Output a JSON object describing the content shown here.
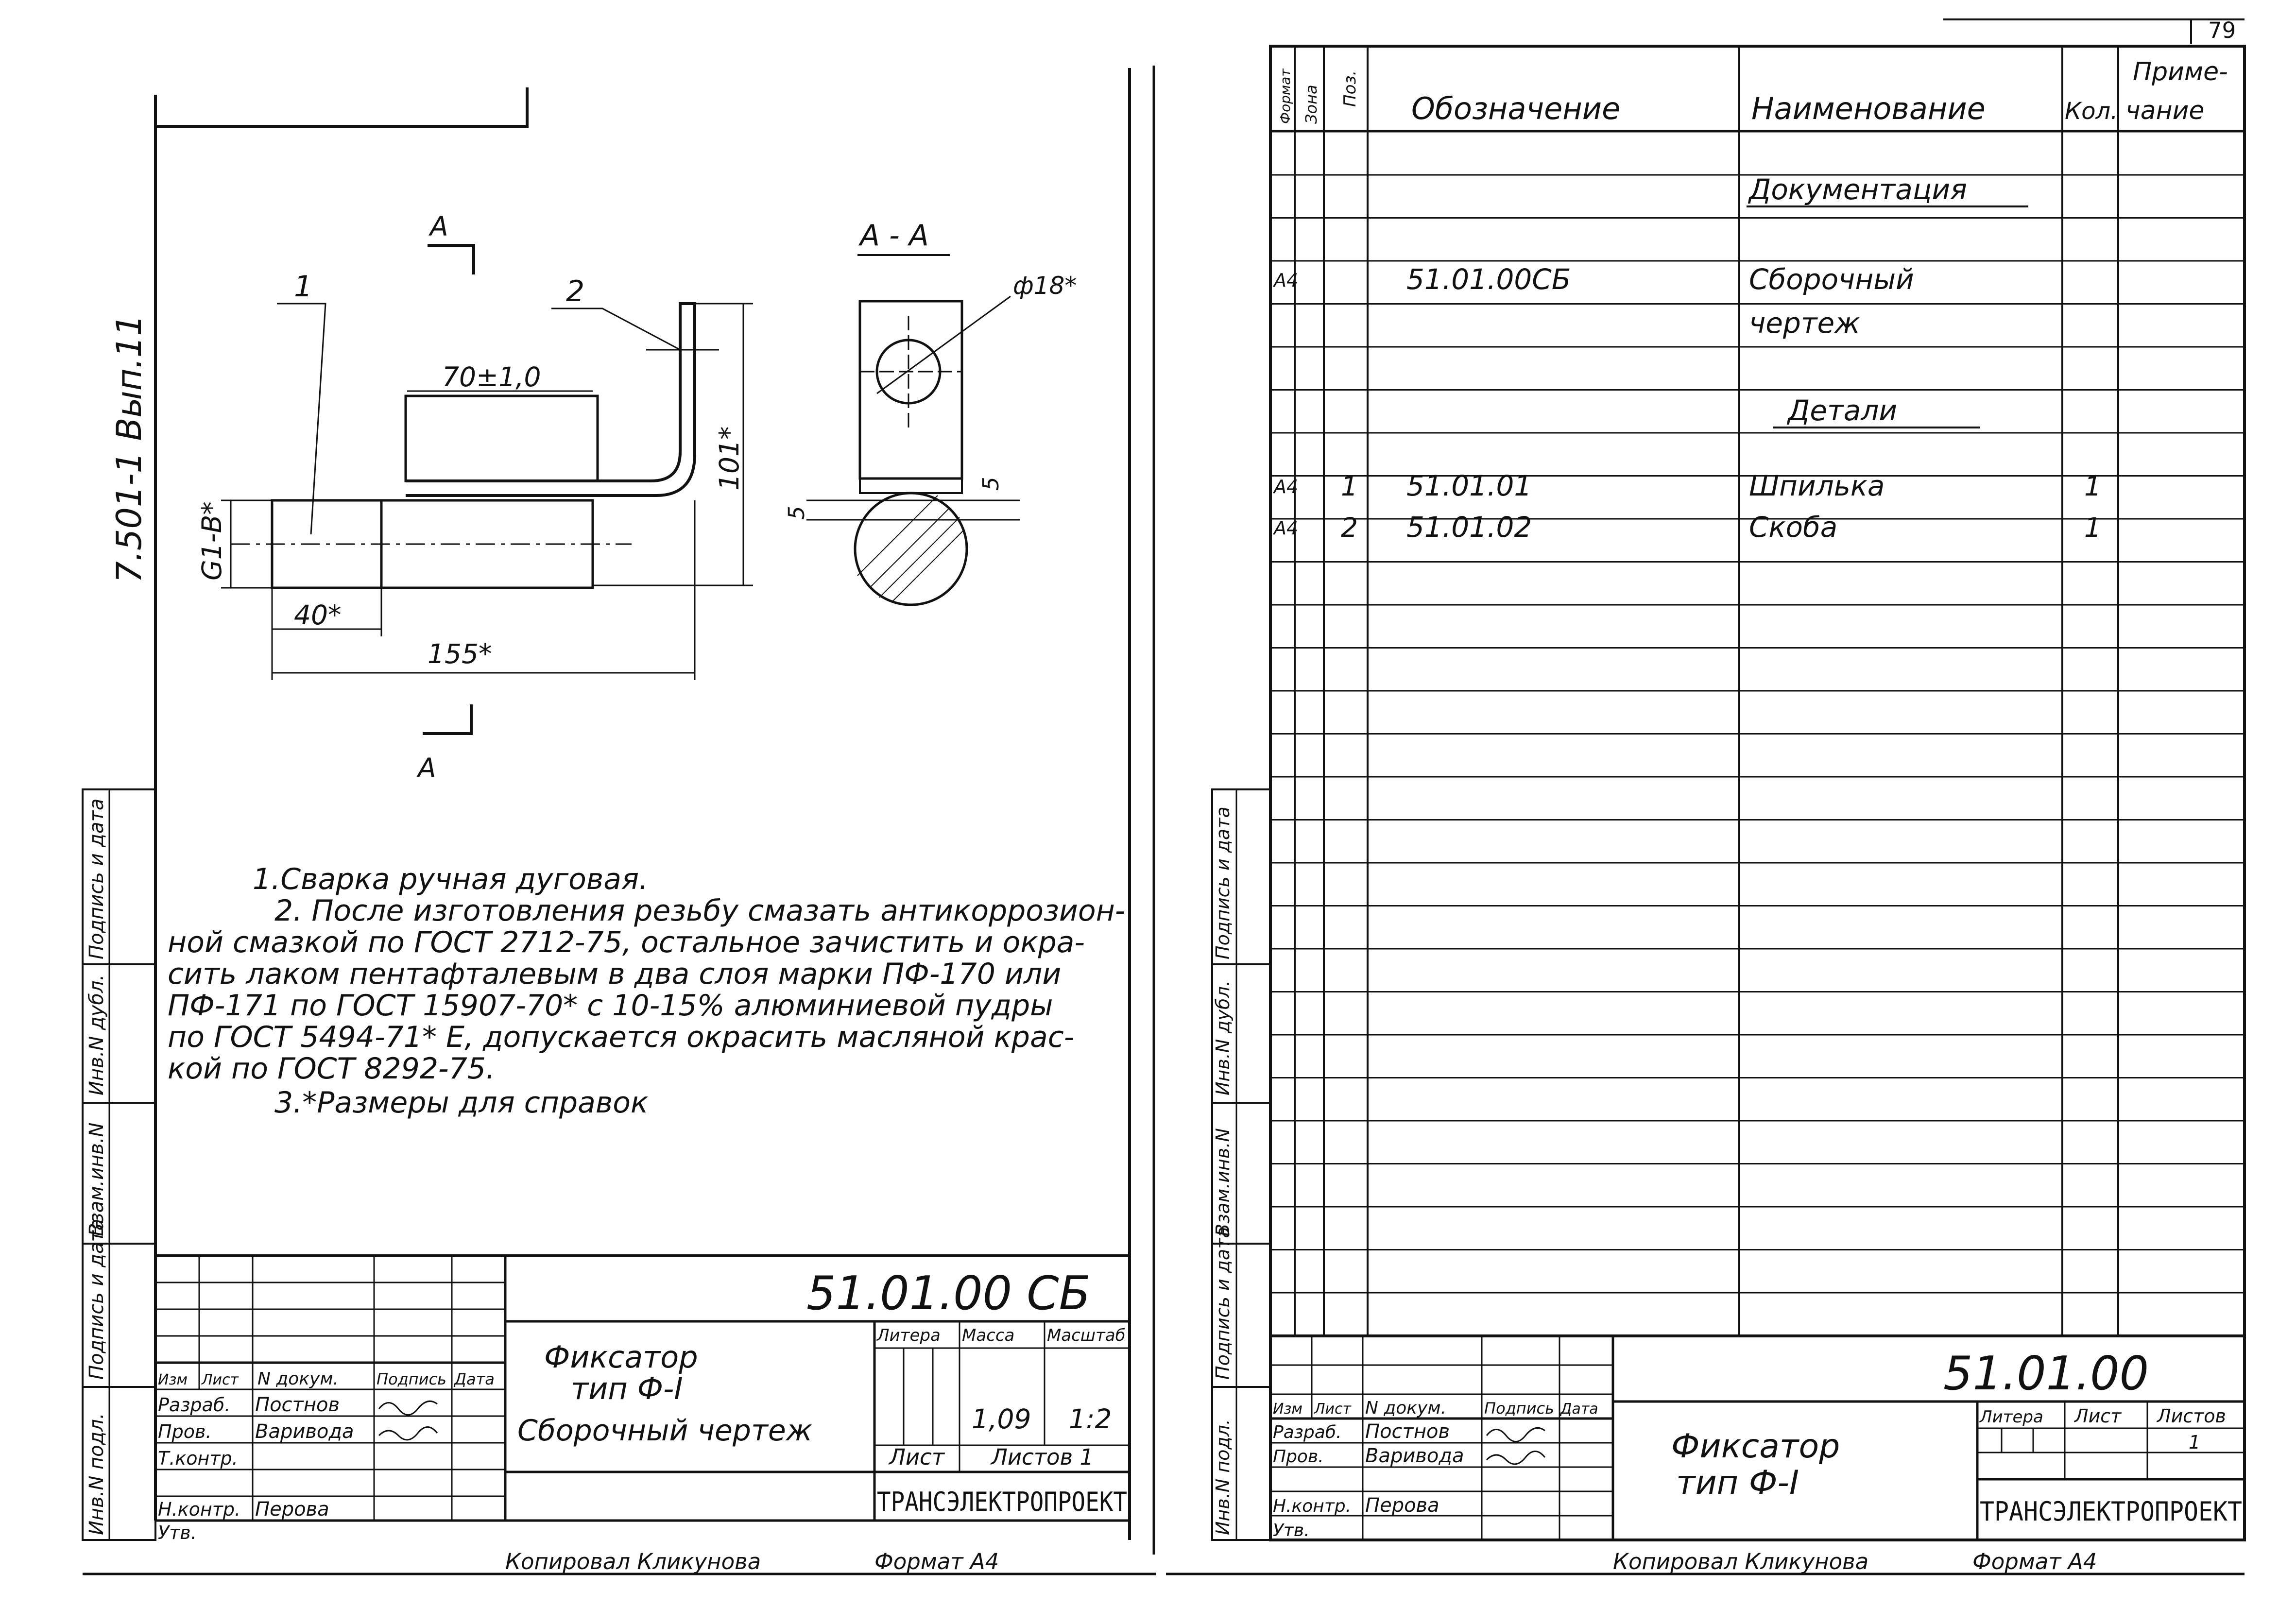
{
  "page_number": "79",
  "side_code": "7.501-1 Вып.11",
  "left": {
    "callouts": {
      "p1": "1",
      "p2": "2"
    },
    "section_marks": {
      "top": "А",
      "bottom": "А",
      "section_title": "А - А"
    },
    "dimensions": {
      "d70": "70±1,0",
      "d101": "101*",
      "dG1": "G1-В*",
      "d40": "40*",
      "d155": "155*",
      "d18": "ф18*",
      "d5a": "5",
      "d5b": "5"
    },
    "notes": [
      "1.Сварка ручная дуговая.",
      "2. После изготовления резьбу смазать антикоррозион-",
      "ной смазкой по ГОСТ 2712-75, остальное зачистить и окра-",
      "сить лаком пентафталевым в два слоя марки ПФ-170 или",
      "ПФ-171 по ГОСТ 15907-70* с 10-15% алюминиевой пудры",
      "по ГОСТ 5494-71* Е, допускается окрасить масляной крас-",
      "кой по ГОСТ 8292-75.",
      "3.*Размеры для справок"
    ],
    "title_block": {
      "code": "51.01.00 СБ",
      "name_line1": "Фиксатор",
      "name_line2": "тип Ф-I",
      "doc_type": "Сборочный чертеж",
      "hdr_litera": "Литера",
      "hdr_massa": "Масса",
      "hdr_masshtab": "Масштаб",
      "massa": "1,09",
      "masshtab": "1:2",
      "list": "Лист",
      "listov": "Листов 1",
      "org": "ТРАНСЭЛЕКТРОПРОЕКТ",
      "col_izm": "Изм",
      "col_list": "Лист",
      "col_ndok": "N докум.",
      "col_podp": "Подпись",
      "col_data": "Дата",
      "role_razrab": "Разраб.",
      "role_prov": "Пров.",
      "role_tkontr": "Т.контр.",
      "role_nkontr": "Н.контр.",
      "role_utv": "Утв.",
      "name_razrab": "Постнов",
      "name_prov": "Варивода",
      "name_nkontr": "Перова"
    },
    "footer_copied": "Копировал Кликунова",
    "footer_format": "Формат А4"
  },
  "side_labels": [
    "Инв.N подл.",
    "Подпись и дата",
    "Взам.инв.N",
    "Инв.N дубл.",
    "Подпись и дата"
  ],
  "right": {
    "header": {
      "format": "Формат",
      "zona": "Зона",
      "poz": "Поз.",
      "oboz": "Обозначение",
      "naim": "Наименование",
      "kol": "Кол.",
      "prim1": "Приме-",
      "prim2": "чание"
    },
    "rows": [
      {
        "format": "",
        "poz": "",
        "oboz": "",
        "naim": "Документация",
        "kol": ""
      },
      {
        "format": "А4",
        "poz": "",
        "oboz": "51.01.00СБ",
        "naim": "Сборочный",
        "kol": ""
      },
      {
        "format": "",
        "poz": "",
        "oboz": "",
        "naim": "чертеж",
        "kol": ""
      },
      {
        "format": "",
        "poz": "",
        "oboz": "",
        "naim": "Детали",
        "kol": ""
      },
      {
        "format": "А4",
        "poz": "1",
        "oboz": "51.01.01",
        "naim": "Шпилька",
        "kol": "1"
      },
      {
        "format": "А4",
        "poz": "2",
        "oboz": "51.01.02",
        "naim": "Скоба",
        "kol": "1"
      }
    ],
    "title_block": {
      "code": "51.01.00",
      "name_line1": "Фиксатор",
      "name_line2": "тип Ф-I",
      "hdr_litera": "Литера",
      "hdr_list": "Лист",
      "hdr_listov": "Листов",
      "listov": "1",
      "org": "ТРАНСЭЛЕКТРОПРОЕКТ"
    },
    "footer_copied": "Копировал Кликунова",
    "footer_format": "Формат А4"
  }
}
